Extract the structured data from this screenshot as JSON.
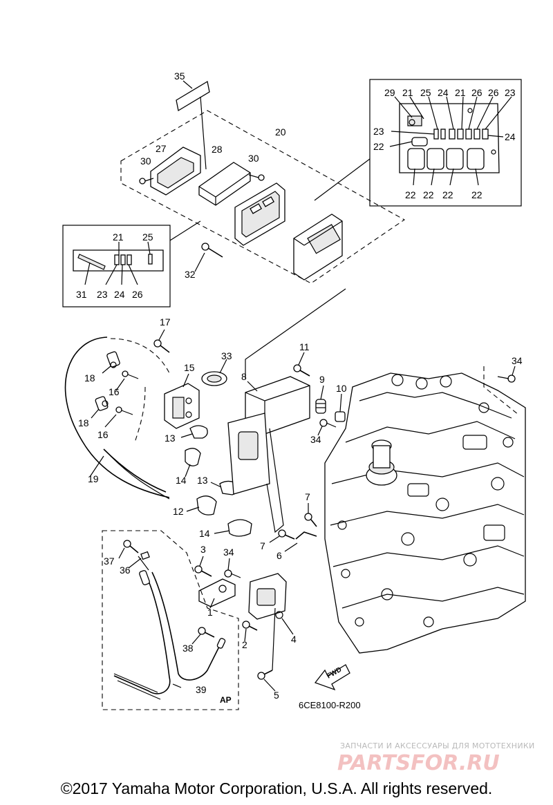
{
  "callouts": [
    {
      "id": "c1",
      "label": "1"
    },
    {
      "id": "c2",
      "label": "2"
    },
    {
      "id": "c3",
      "label": "3"
    },
    {
      "id": "c4",
      "label": "4"
    },
    {
      "id": "c5",
      "label": "5"
    },
    {
      "id": "c6",
      "label": "6"
    },
    {
      "id": "c7a",
      "label": "7"
    },
    {
      "id": "c7b",
      "label": "7"
    },
    {
      "id": "c8",
      "label": "8"
    },
    {
      "id": "c9",
      "label": "9"
    },
    {
      "id": "c10",
      "label": "10"
    },
    {
      "id": "c11",
      "label": "11"
    },
    {
      "id": "c12",
      "label": "12"
    },
    {
      "id": "c13a",
      "label": "13"
    },
    {
      "id": "c13b",
      "label": "13"
    },
    {
      "id": "c14a",
      "label": "14"
    },
    {
      "id": "c14b",
      "label": "14"
    },
    {
      "id": "c15",
      "label": "15"
    },
    {
      "id": "c16a",
      "label": "16"
    },
    {
      "id": "c16b",
      "label": "16"
    },
    {
      "id": "c17",
      "label": "17"
    },
    {
      "id": "c18a",
      "label": "18"
    },
    {
      "id": "c18b",
      "label": "18"
    },
    {
      "id": "c19",
      "label": "19"
    },
    {
      "id": "c20",
      "label": "20"
    },
    {
      "id": "c27",
      "label": "27"
    },
    {
      "id": "c28",
      "label": "28"
    },
    {
      "id": "c30a",
      "label": "30"
    },
    {
      "id": "c30b",
      "label": "30"
    },
    {
      "id": "c32",
      "label": "32"
    },
    {
      "id": "c33",
      "label": "33"
    },
    {
      "id": "c34a",
      "label": "34"
    },
    {
      "id": "c34b",
      "label": "34"
    },
    {
      "id": "c34c",
      "label": "34"
    },
    {
      "id": "c35",
      "label": "35"
    },
    {
      "id": "c36",
      "label": "36"
    },
    {
      "id": "c37",
      "label": "37"
    },
    {
      "id": "c38",
      "label": "38"
    },
    {
      "id": "c39",
      "label": "39"
    }
  ],
  "inset_top_right": {
    "top_row": [
      {
        "id": "t29",
        "label": "29"
      },
      {
        "id": "t21a",
        "label": "21"
      },
      {
        "id": "t25",
        "label": "25"
      },
      {
        "id": "t24",
        "label": "24"
      },
      {
        "id": "t21b",
        "label": "21"
      },
      {
        "id": "t26a",
        "label": "26"
      },
      {
        "id": "t26b",
        "label": "26"
      },
      {
        "id": "t23",
        "label": "23"
      }
    ],
    "side": [
      {
        "id": "s23",
        "label": "23"
      },
      {
        "id": "s22",
        "label": "22"
      },
      {
        "id": "s24",
        "label": "24"
      }
    ],
    "bottom_row": [
      {
        "id": "b22a",
        "label": "22"
      },
      {
        "id": "b22b",
        "label": "22"
      },
      {
        "id": "b22c",
        "label": "22"
      },
      {
        "id": "b22d",
        "label": "22"
      }
    ]
  },
  "inset_left": {
    "top_row": [
      {
        "id": "l21",
        "label": "21"
      },
      {
        "id": "l25",
        "label": "25"
      }
    ],
    "bottom_row": [
      {
        "id": "l31",
        "label": "31"
      },
      {
        "id": "l23",
        "label": "23"
      },
      {
        "id": "l24",
        "label": "24"
      },
      {
        "id": "l26",
        "label": "26"
      }
    ]
  },
  "fwd_label": "FWD",
  "ap_label": "AP",
  "diagram_code": "6CE8100-R200",
  "watermark_line1": "ЗАПЧАСТИ И АКСЕССУАРЫ ДЛЯ МОТОТЕХНИКИ",
  "watermark_line2": "PARTSFOR.RU",
  "copyright": "©2017 Yamaha Motor Corporation, U.S.A. All rights reserved."
}
